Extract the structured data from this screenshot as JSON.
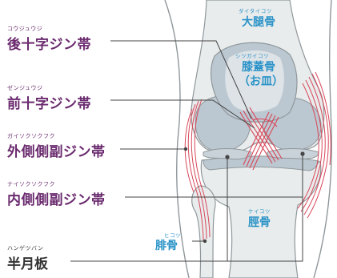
{
  "labels": {
    "posterior_cruciate": {
      "ruby": "コウジュウジ",
      "term": "後十字ジン帯"
    },
    "anterior_cruciate": {
      "ruby": "ゼンジュウジ",
      "term": "前十字ジン帯"
    },
    "lateral_collateral": {
      "ruby": "ガイソクソクフク",
      "term": "外側側副ジン帯"
    },
    "medial_collateral": {
      "ruby": "ナイソクソクフク",
      "term": "内側側副ジン帯"
    },
    "meniscus": {
      "ruby": "ハンゲツバン",
      "term": "半月板"
    },
    "femur": {
      "ruby": "ダイタイコツ",
      "term": "大腿骨"
    },
    "patella": {
      "ruby": "シツガイコツ",
      "term": "膝蓋骨",
      "note": "（お皿）"
    },
    "fibula": {
      "ruby": "ヒコツ",
      "term": "腓骨"
    },
    "tibia": {
      "ruby": "ケイコツ",
      "term": "脛骨"
    }
  },
  "colors": {
    "bone": "#e9ecec",
    "cartilage": "#bcc8d1",
    "ligament": "#d8475a",
    "outline": "#8f979b",
    "label_purple": "#6a2a6e",
    "label_blue": "#2a93c8",
    "leader": "#444444"
  }
}
